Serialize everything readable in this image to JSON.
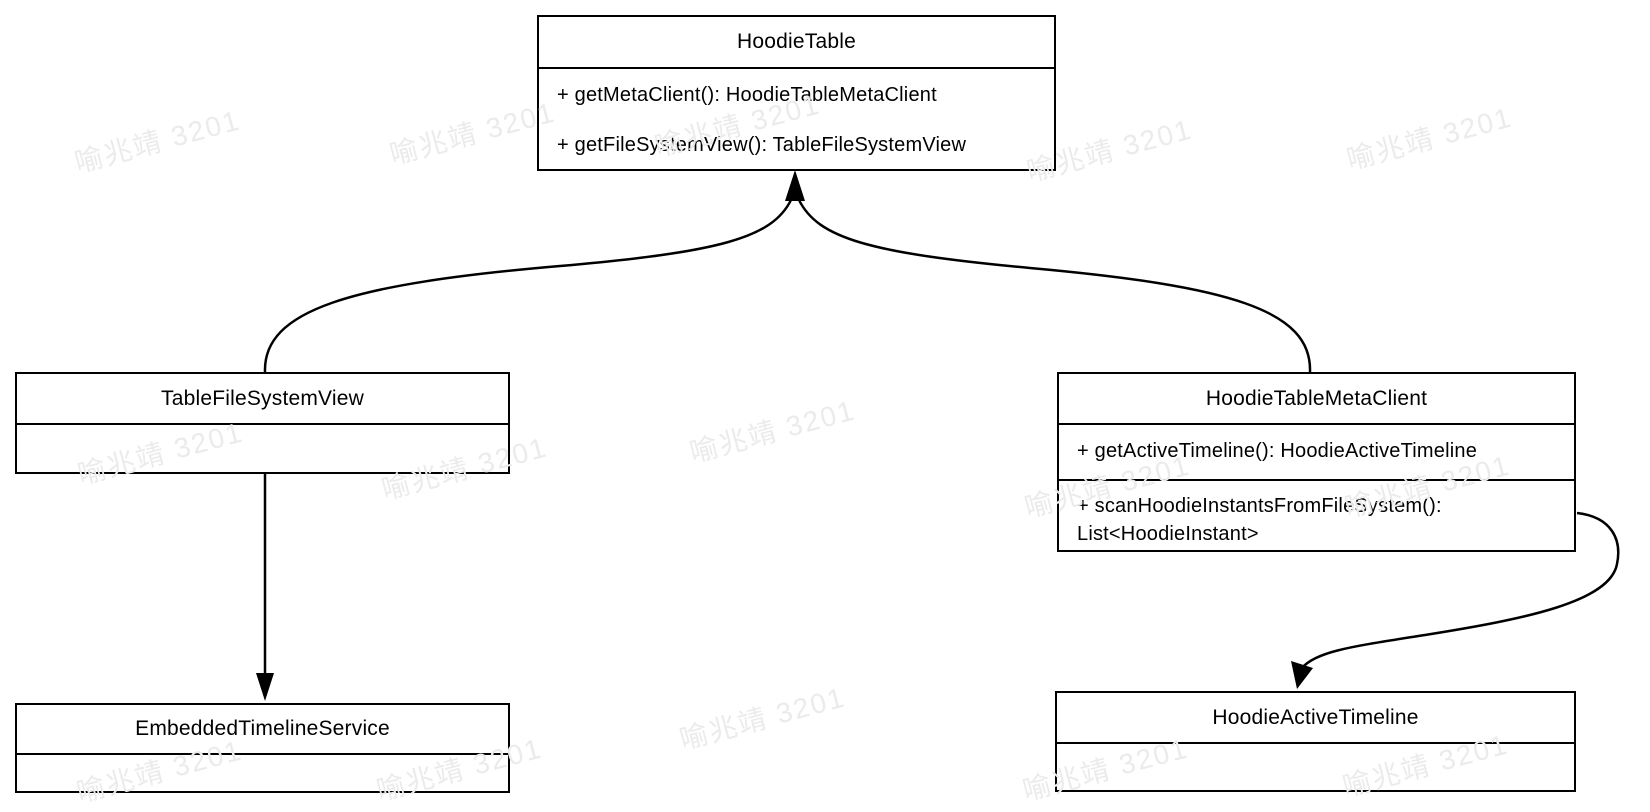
{
  "diagram": {
    "type": "uml-class-diagram",
    "colors": {
      "ink": "#000000",
      "box_fill": "#ffffff",
      "watermark": "#ebebeb"
    },
    "classes": [
      {
        "title": "HoodieTable",
        "sections": [
          {
            "lines": [
              "+ getMetaClient(): HoodieTableMetaClient",
              "+ getFileSystemView(): TableFileSystemView"
            ]
          }
        ]
      },
      {
        "title": "TableFileSystemView",
        "sections": [
          {
            "lines": []
          }
        ]
      },
      {
        "title": "HoodieTableMetaClient",
        "sections": [
          {
            "lines": [
              "+ getActiveTimeline(): HoodieActiveTimeline"
            ]
          },
          {
            "lines": [
              "+ scanHoodieInstantsFromFileSystem():",
              "List<HoodieInstant>"
            ]
          }
        ]
      },
      {
        "title": "EmbeddedTimelineService",
        "sections": [
          {
            "lines": []
          }
        ]
      },
      {
        "title": "HoodieActiveTimeline",
        "sections": [
          {
            "lines": []
          }
        ]
      }
    ],
    "relations": [
      {
        "from": "TableFileSystemView",
        "to": "HoodieTable",
        "style": "arrow"
      },
      {
        "from": "HoodieTableMetaClient",
        "to": "HoodieTable",
        "style": "arrow"
      },
      {
        "from": "TableFileSystemView",
        "to": "EmbeddedTimelineService",
        "style": "arrow"
      },
      {
        "from": "HoodieTableMetaClient",
        "to": "HoodieActiveTimeline",
        "style": "arrow"
      }
    ],
    "watermark": {
      "text": "喻兆靖 3201"
    }
  }
}
